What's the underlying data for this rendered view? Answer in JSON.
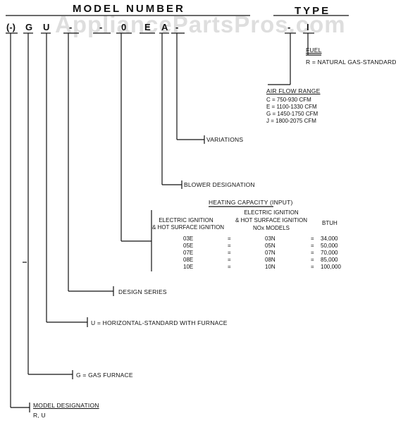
{
  "watermark": "AppliancePartsPros.com",
  "headers": {
    "model_number": "MODEL NUMBER",
    "type": "TYPE"
  },
  "model_codes": [
    "(-)",
    "G",
    "U",
    "-",
    "-",
    "0",
    "E",
    "A",
    "-"
  ],
  "type_codes": [
    "-",
    "I"
  ],
  "fuel": {
    "title": "FUEL",
    "line": "R = NATURAL GAS-STANDARD"
  },
  "air_flow": {
    "title": "AIR FLOW RANGE",
    "rows": [
      "C = 750-930 CFM",
      "E = 1100-1330 CFM",
      "G = 1450-1750 CFM",
      "J = 1800-2075 CFM"
    ]
  },
  "variations": "VARIATIONS",
  "blower": "BLOWER DESIGNATION",
  "heating": {
    "title": "HEATING CAPACITY (INPUT)",
    "col1": [
      "ELECTRIC IGNITION",
      "& HOT SURFACE IGNITION"
    ],
    "col2": [
      "ELECTRIC IGNITION",
      "& HOT SURFACE IGNITION",
      "NOx MODELS"
    ],
    "col3": "BTUH",
    "rows": [
      {
        "a": "03E",
        "b": "03N",
        "c": "34,000"
      },
      {
        "a": "05E",
        "b": "05N",
        "c": "50,000"
      },
      {
        "a": "07E",
        "b": "07N",
        "c": "70,000"
      },
      {
        "a": "08E",
        "b": "08N",
        "c": "85,000"
      },
      {
        "a": "10E",
        "b": "10N",
        "c": "100,000"
      }
    ],
    "eq": "="
  },
  "design_series": "DESIGN SERIES",
  "u_line": "U = HORIZONTAL-STANDARD WITH FURNACE",
  "g_line": "G = GAS FURNACE",
  "model_designation": {
    "title": "MODEL DESIGNATION",
    "values": "R, U"
  }
}
